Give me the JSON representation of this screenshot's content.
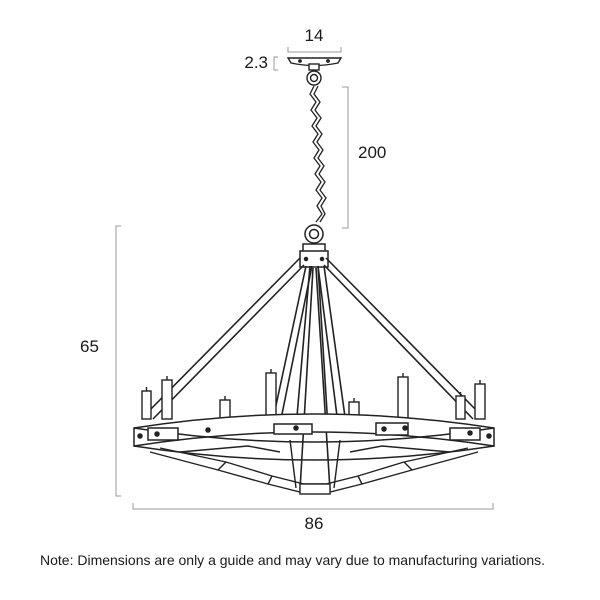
{
  "dimensions": {
    "canopy_width": "14",
    "canopy_height": "2.3",
    "chain_length": "200",
    "body_height": "65",
    "diameter": "86"
  },
  "note": "Note: Dimensions are only a guide and may vary due to manufacturing variations."
}
